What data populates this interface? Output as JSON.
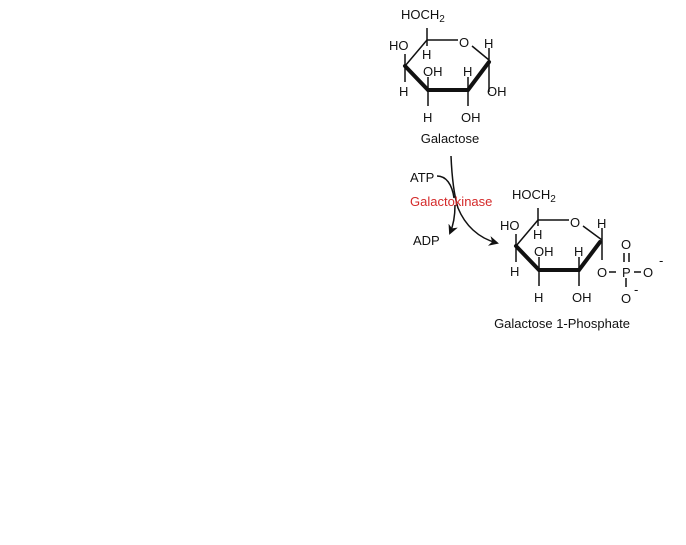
{
  "reactant": {
    "name": "Galactose",
    "groups": {
      "ch2oh": "HOCH",
      "ch2oh_sub": "2",
      "ring_o": "O",
      "c5_h": "H",
      "c4_ho": "HO",
      "c4_h": "H",
      "c3_oh": "OH",
      "c3_h": "H",
      "c2_h": "H",
      "c2_oh": "OH",
      "c1_h": "H",
      "c1_oh": "OH"
    }
  },
  "reaction": {
    "enzyme": "Galactokinase",
    "cosubstrate_in": "ATP",
    "coproduct_out": "ADP",
    "enzyme_color": "#d42a2a"
  },
  "product": {
    "name": "Galactose 1-Phosphate",
    "groups": {
      "ch2oh": "HOCH",
      "ch2oh_sub": "2",
      "ring_o": "O",
      "c5_h": "H",
      "c4_ho": "HO",
      "c4_h": "H",
      "c3_oh": "OH",
      "c3_h": "H",
      "c2_h": "H",
      "c2_oh": "OH",
      "c1_h": "H"
    },
    "phosphate": {
      "o_link": "O",
      "p": "P",
      "o_right": "O",
      "o_top": "O",
      "o_bottom": "O",
      "charge_right": "-",
      "charge_bottom": "-"
    }
  }
}
